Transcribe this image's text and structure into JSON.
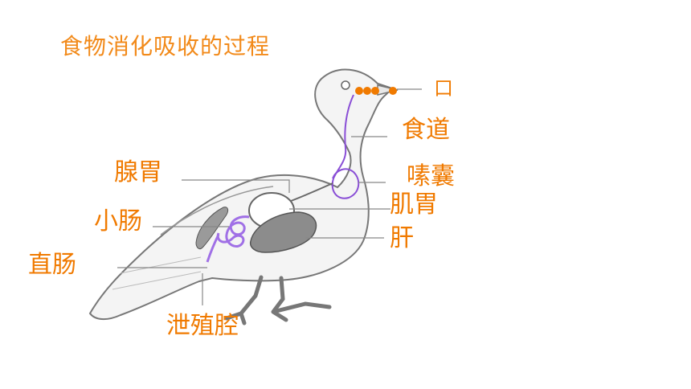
{
  "title": "食物消化吸收的过程",
  "labels": {
    "mouth": "口",
    "esophagus": "食道",
    "crop": "嗉囊",
    "gizzard": "肌胃",
    "liver": "肝",
    "proventriculus": "腺胃",
    "small_intestine": "小肠",
    "rectum": "直肠",
    "cloaca": "泄殖腔"
  },
  "colors": {
    "label": "#f07a00",
    "marker": "#f07a00",
    "tract": "#8a4fd6"
  }
}
